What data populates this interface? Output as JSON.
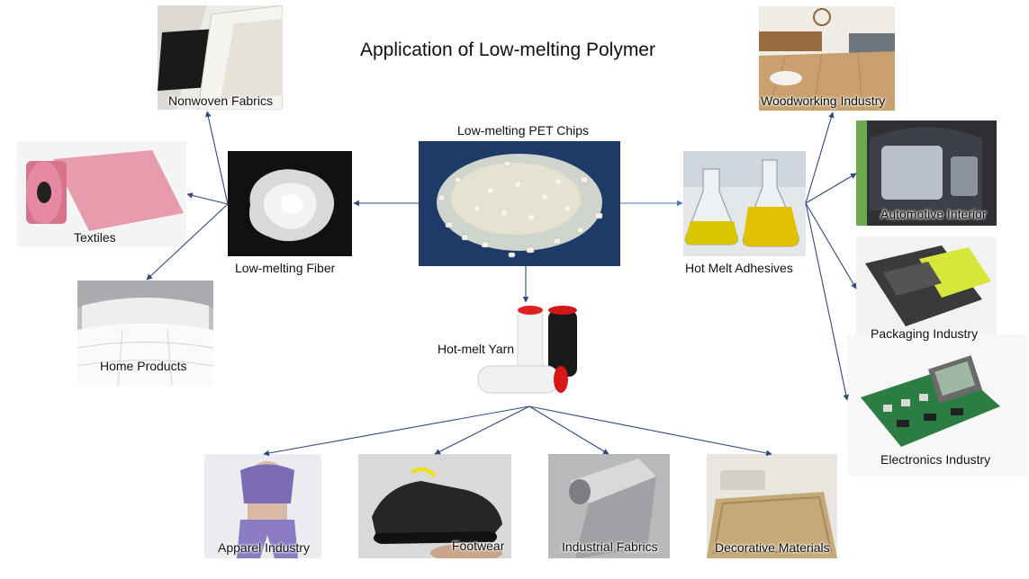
{
  "title": "Application of Low-melting Polymer",
  "center": {
    "label": "Low-melting PET Chips",
    "icon": "pet-chips-photo"
  },
  "branches": {
    "fiber": {
      "label": "Low-melting Fiber",
      "icon": "fiber-photo"
    },
    "yarn": {
      "label": "Hot-melt Yarn",
      "icon": "yarn-spools-photo"
    },
    "adhesives": {
      "label": "Hot Melt Adhesives",
      "icon": "adhesive-flasks-photo"
    }
  },
  "applications": {
    "nonwoven": {
      "label": "Nonwoven Fabrics",
      "icon": "nonwoven-fabric-photo"
    },
    "textiles": {
      "label": "Textiles",
      "icon": "textile-roll-photo"
    },
    "home": {
      "label": "Home Products",
      "icon": "bedding-photo"
    },
    "woodworking": {
      "label": "Woodworking Industry",
      "icon": "wood-floor-photo"
    },
    "automotive": {
      "label": "Automotive Interior",
      "icon": "car-interior-photo"
    },
    "packaging": {
      "label": "Packaging Industry",
      "icon": "coffee-bag-photo"
    },
    "electronics": {
      "label": "Electronics Industry",
      "icon": "circuit-board-photo"
    },
    "apparel": {
      "label": "Apparel Industry",
      "icon": "sportswear-photo"
    },
    "footwear": {
      "label": "Footwear",
      "icon": "sneaker-photo"
    },
    "industrial": {
      "label": "Industrial Fabrics",
      "icon": "filter-bag-photo"
    },
    "decorative": {
      "label": "Decorative Materials",
      "icon": "rug-photo"
    }
  },
  "colors": {
    "arrow": "#2f4a7a",
    "arrow_right": "#4a78c0",
    "background": "#ffffff"
  }
}
